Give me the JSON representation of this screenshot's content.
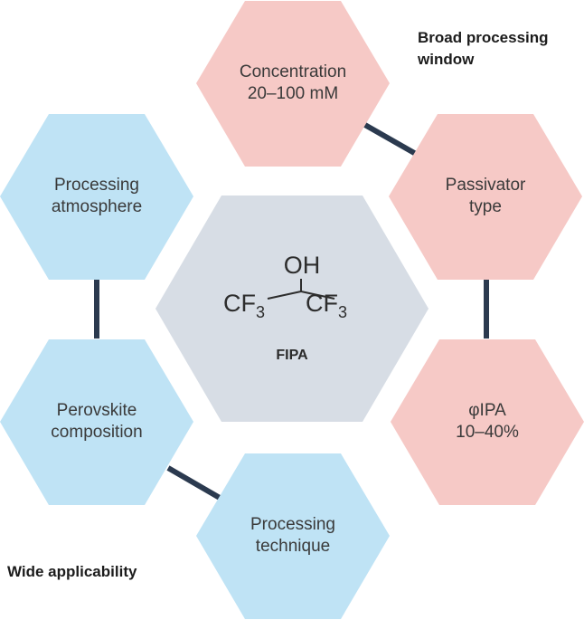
{
  "colors": {
    "pink_hex": "#f6c9c6",
    "blue_hex": "#bfe3f5",
    "center_hex": "#d7dde5",
    "connector": "#2b3a4f"
  },
  "groups": {
    "broad": {
      "line1": "Broad processing",
      "line2": "window"
    },
    "wide": {
      "line1": "Wide applicability"
    }
  },
  "hexagons": {
    "concentration": {
      "line1": "Concentration",
      "line2": "20–100 mM"
    },
    "passivator": {
      "line1": "Passivator",
      "line2": "type"
    },
    "phi_ipa": {
      "line1": "φIPA",
      "line2": "10–40%"
    },
    "processing_technique": {
      "line1": "Processing",
      "line2": "technique"
    },
    "perovskite": {
      "line1": "Perovskite",
      "line2": "composition"
    },
    "atmosphere": {
      "line1": "Processing",
      "line2": "atmosphere"
    }
  },
  "center": {
    "name": "FIPA",
    "formula": {
      "top": "OH",
      "left": "CF",
      "right": "CF",
      "subscript": "3"
    }
  }
}
